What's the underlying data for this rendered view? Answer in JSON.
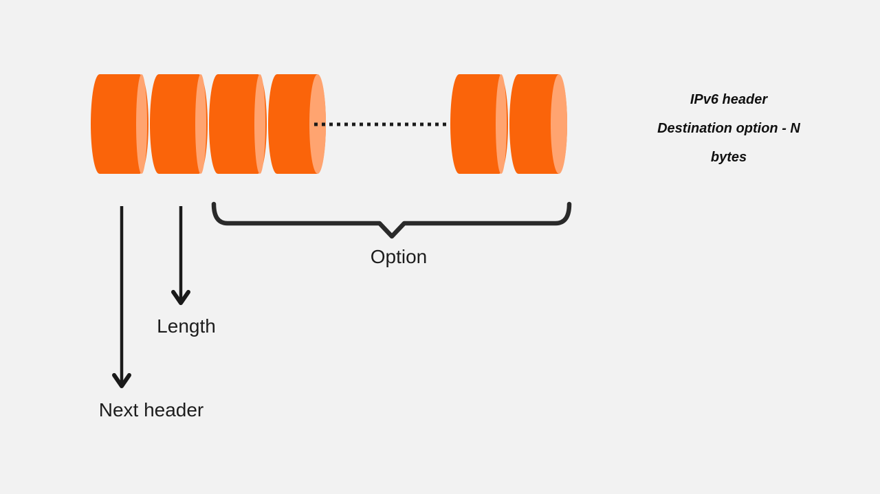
{
  "page": {
    "background": "#f2f2f2"
  },
  "diagram": {
    "caption": {
      "lines": [
        "IPv6 header",
        "Destination option - N",
        "bytes"
      ]
    },
    "labels": {
      "next_header": "Next header",
      "length": "Length",
      "option": "Option"
    },
    "cylinder_groups": [
      {
        "name": "leading-bytes",
        "count": 4
      },
      {
        "name": "trailing-bytes",
        "count": 2
      }
    ],
    "colors": {
      "cylinder_body": "#fa640a",
      "cylinder_face": "#ffa470",
      "line": "#1a1a1a",
      "brace": "#2a2a2a"
    }
  }
}
